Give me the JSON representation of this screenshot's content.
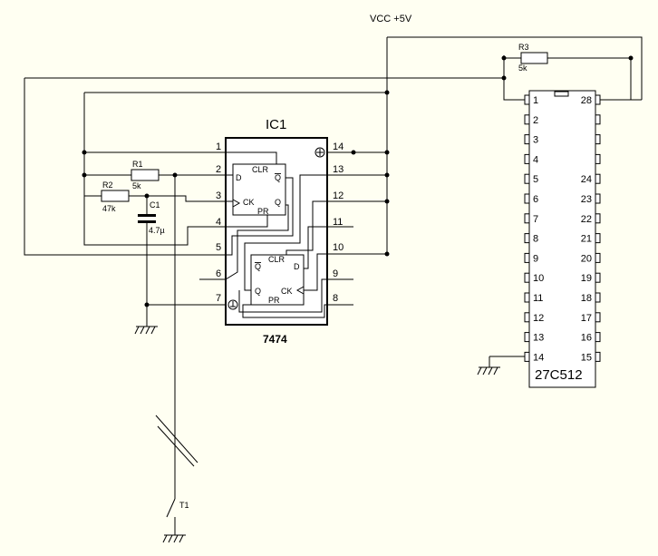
{
  "vcc_label": "VCC +5V",
  "ic1": {
    "name": "IC1",
    "part": "7474",
    "left_pins": [
      "1",
      "2",
      "3",
      "4",
      "5",
      "6",
      "7"
    ],
    "right_pins": [
      "14",
      "13",
      "12",
      "11",
      "10",
      "9",
      "8"
    ],
    "ff1": {
      "clr": "CLR",
      "d": "D",
      "qbar": "Q",
      "ck": "CK",
      "q": "Q",
      "pr": "PR"
    },
    "ff2": {
      "qbar": "Q",
      "clr": "CLR",
      "d": "D",
      "q": "Q",
      "ck": "CK",
      "pr": "PR"
    }
  },
  "eprom": {
    "part": "27C512",
    "left_pins": [
      "1",
      "2",
      "3",
      "4",
      "5",
      "6",
      "7",
      "8",
      "9",
      "10",
      "11",
      "12",
      "13",
      "14"
    ],
    "right_pins": [
      "28",
      "",
      "",
      "",
      "24",
      "23",
      "22",
      "21",
      "20",
      "19",
      "18",
      "17",
      "16",
      "15"
    ]
  },
  "components": {
    "r1": {
      "name": "R1",
      "value": "5k"
    },
    "r2": {
      "name": "R2",
      "value": "47k"
    },
    "r3": {
      "name": "R3",
      "value": "5k"
    },
    "c1": {
      "name": "C1",
      "value": "4.7µ"
    },
    "t1": {
      "name": "T1"
    }
  }
}
